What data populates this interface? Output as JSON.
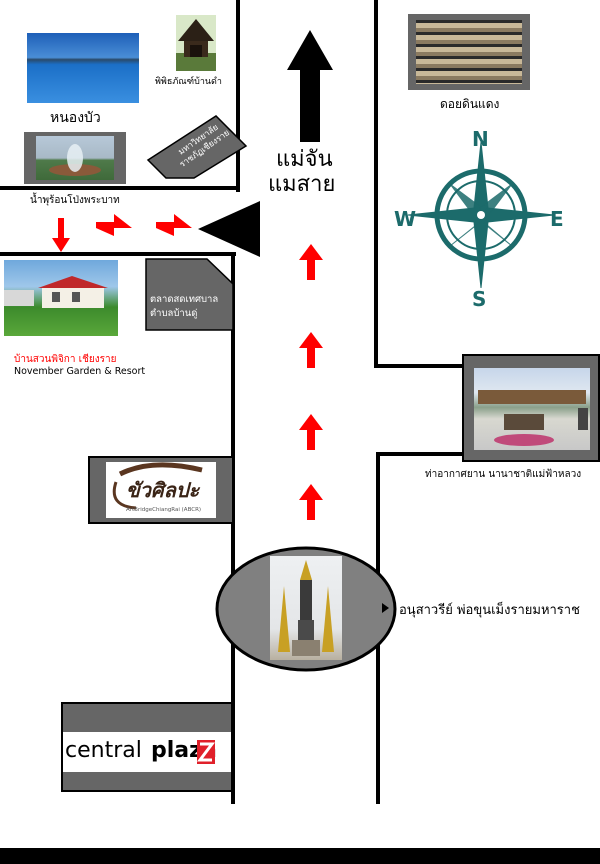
{
  "places": {
    "nong_bua": "หนองบัว",
    "museum_baan_dam": "พิพิธภัณฑ์บ้านดำ",
    "doi_din_daeng": "ดอยดินแดง",
    "university": {
      "line1": "มหาวิทยาลัย",
      "line2": "ราชภัฏเชียงราย"
    },
    "hot_spring": "น้ำพุร้อนโป่งพระบาท",
    "market": {
      "line1": "ตลาดสดเทศบาล",
      "line2": "ตำบลบ้านดู่"
    },
    "resort": {
      "thai": "บ้านสวนพิจิกา เชียงราย",
      "english": "November Garden & Resort"
    },
    "airport": "ท่าอากาศยาน นานาชาติแม่ฟ้าหลวง",
    "art_bridge": {
      "logo": "ขัวศิลปะ",
      "caption": "ArtBridgeChiangRai (ABCR)"
    },
    "monument": "อนุสาวรีย์ พ่อขุนเม็งรายมหาราช",
    "central_plaza": {
      "part1": "central",
      "part2": "plaza"
    }
  },
  "direction": {
    "line1": "แม่จัน",
    "line2": "แมสาย"
  },
  "compass": {
    "n": "N",
    "s": "S",
    "e": "E",
    "w": "W"
  },
  "colors": {
    "accent_red": "#ff0000",
    "compass": "#1c6b6b",
    "frame": "#666666"
  }
}
